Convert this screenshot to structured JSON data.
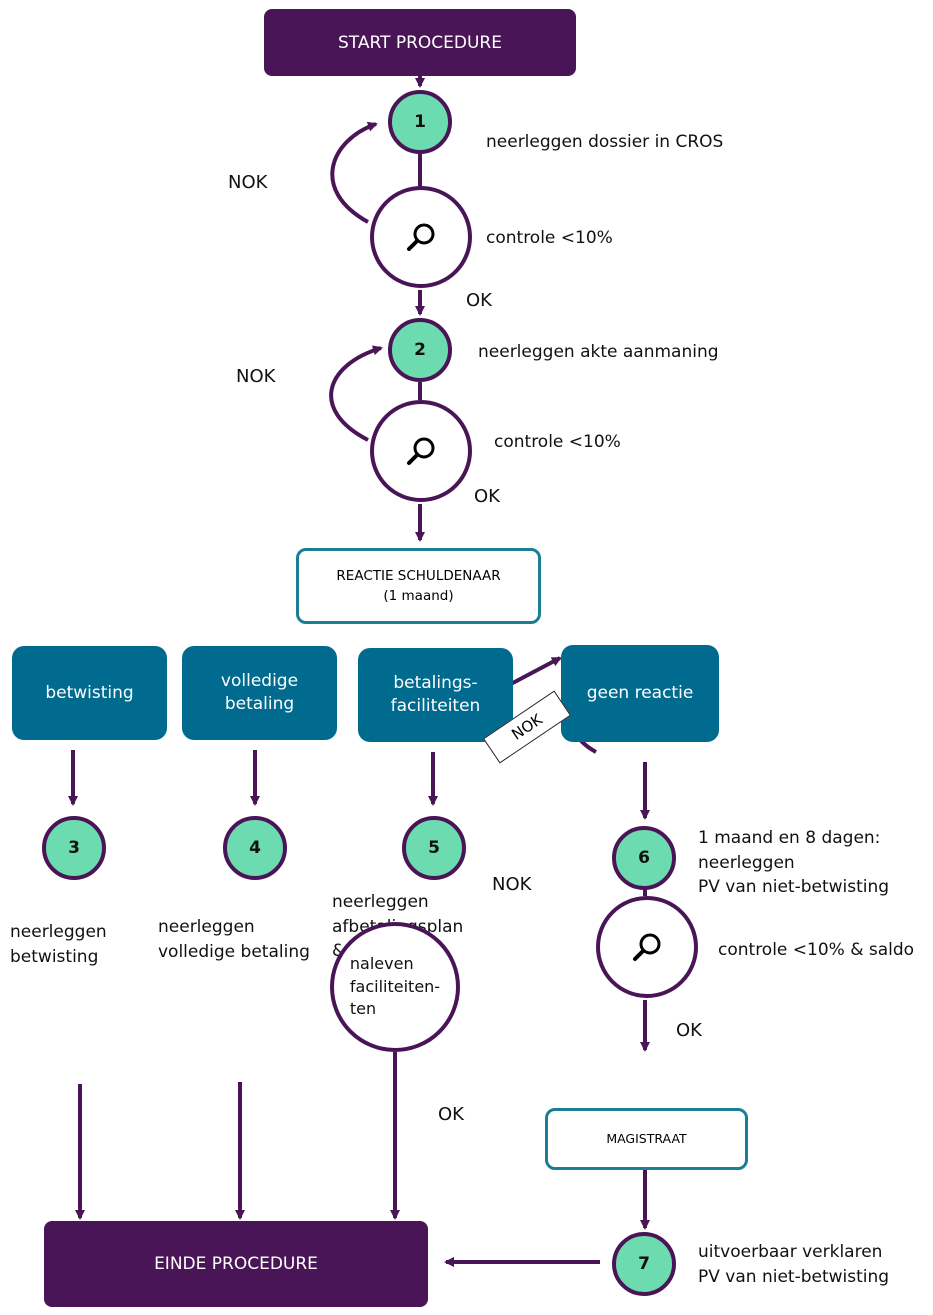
{
  "start": "START PROCEDURE",
  "end": "EINDE PROCEDURE",
  "steps": {
    "s1": {
      "num": "1",
      "label": "neerleggen dossier in CROS"
    },
    "s2": {
      "num": "2",
      "label": "neerleggen akte aanmaning"
    },
    "s3": {
      "num": "3",
      "label": "neerleggen\nbetwisting"
    },
    "s4": {
      "num": "4",
      "label": "neerleggen\nvolledige betaling"
    },
    "s5": {
      "num": "5",
      "label": "neerleggen\nafbetalingsplan\n& betalingen"
    },
    "s6": {
      "num": "6",
      "label": "1 maand en 8 dagen:\nneerleggen\nPV van niet-betwisting"
    },
    "s7": {
      "num": "7",
      "label": "uitvoerbaar verklaren\nPV van niet-betwisting"
    }
  },
  "checks": {
    "c1": "controle <10%",
    "c2": "controle <10%",
    "c3": "controle <10% & saldo",
    "naleven": "naleven\nfaciliteiten-\nten"
  },
  "reactie": "REACTIE SCHULDENAAR\n(1 maand)",
  "magistraat": "MAGISTRAAT",
  "branches": {
    "betwisting": "betwisting",
    "volledige": "volledige\nbetaling",
    "betalings": "betalings-\nfaciliteiten",
    "geen": "geen reactie"
  },
  "labels": {
    "nok": "NOK",
    "ok": "OK"
  },
  "colors": {
    "purple": "#4a1557",
    "teal": "#006b8f",
    "green": "#6ddbb0",
    "outline": "#1b7d96"
  }
}
